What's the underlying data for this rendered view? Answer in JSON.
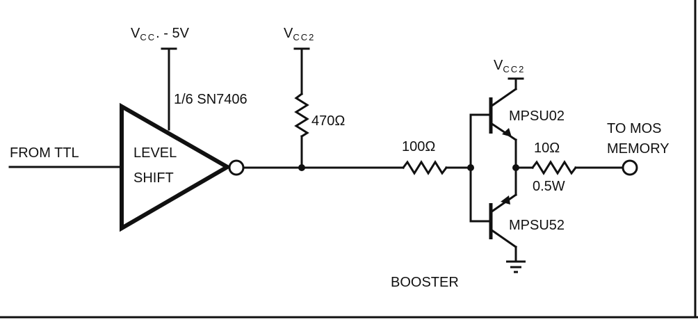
{
  "labels": {
    "vcc_left_main": "V",
    "vcc_left_sub": "CC",
    "vcc_left_value": ". - 5V",
    "vcc2_pullup_main": "V",
    "vcc2_pullup_sub": "CC2",
    "gate_part": "1/6 SN7406",
    "gate_line1": "LEVEL",
    "gate_line2": "SHIFT",
    "input": "FROM TTL",
    "r_pullup": "470Ω",
    "r_base": "100Ω",
    "vcc2_booster_main": "V",
    "vcc2_booster_sub": "CC2",
    "q_top": "MPSU02",
    "q_bottom": "MPSU52",
    "r_out_value": "10Ω",
    "r_out_power": "0.5W",
    "output_line1": "TO MOS",
    "output_line2": "MEMORY",
    "booster": "BOOSTER"
  }
}
